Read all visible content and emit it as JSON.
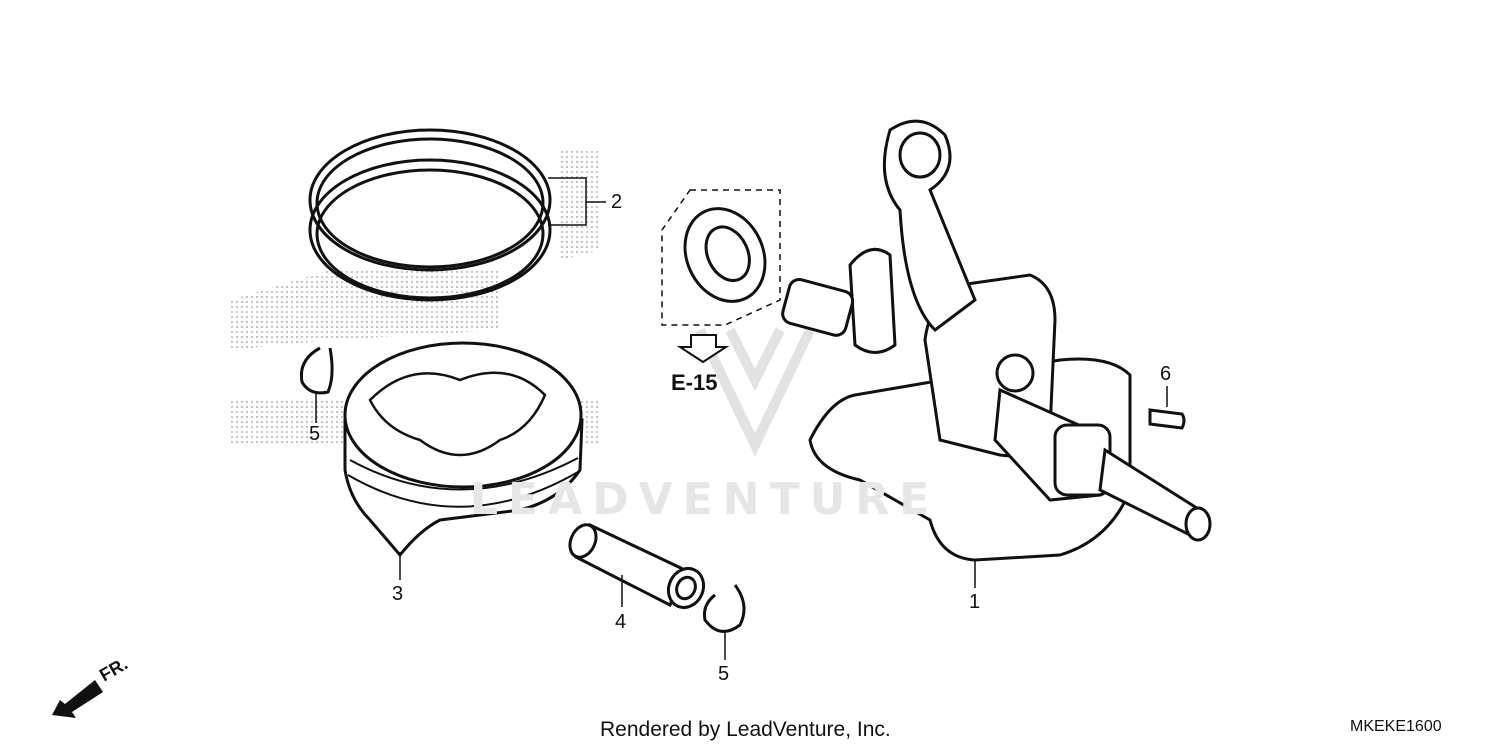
{
  "callouts": {
    "c1": "1",
    "c2": "2",
    "c3": "3",
    "c4": "4",
    "c5a": "5",
    "c5b": "5",
    "c6": "6"
  },
  "reference": {
    "label": "E-15"
  },
  "front_indicator": {
    "text": "FR."
  },
  "footer": {
    "rendered_by": "Rendered by LeadVenture, Inc."
  },
  "diagram_code": "MKEKE1600",
  "watermark": {
    "text": "LEADVENTURE"
  },
  "colors": {
    "line": "#111111",
    "shade": "#bbbbbb",
    "watermark": "#e6e6e6"
  }
}
